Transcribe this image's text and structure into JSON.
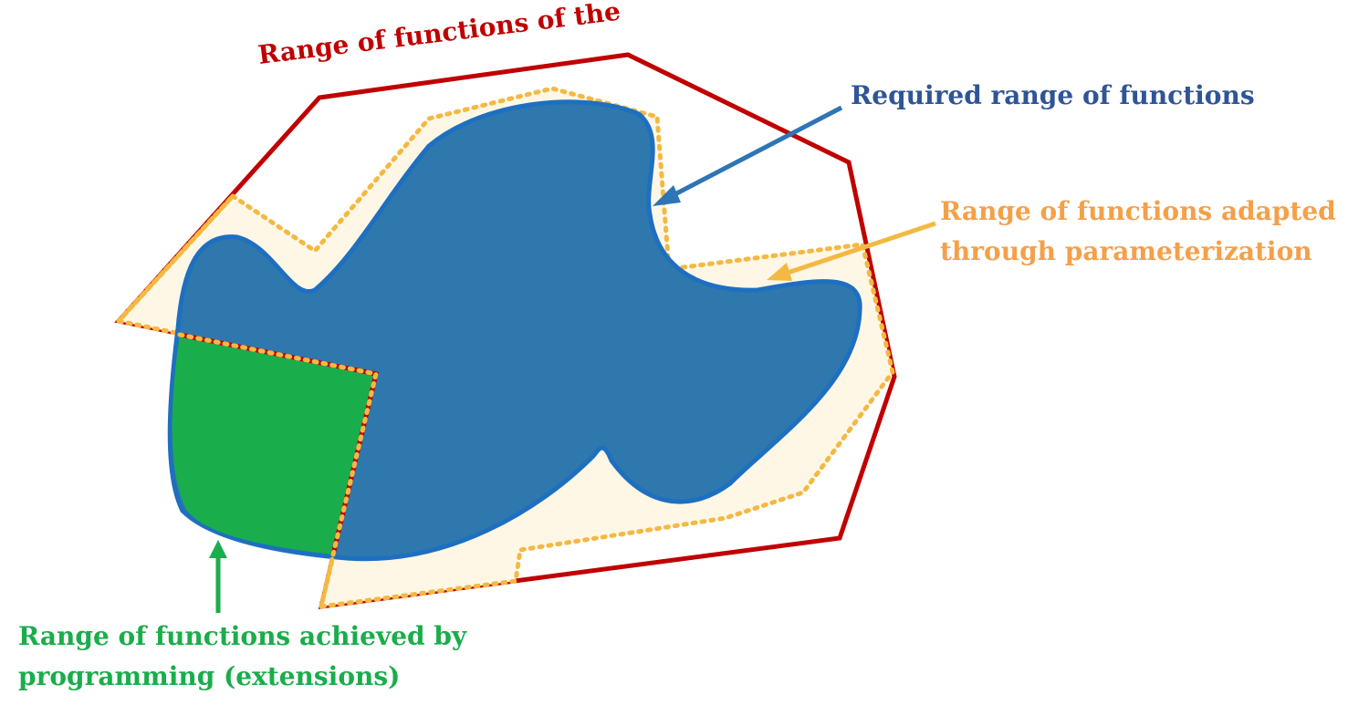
{
  "labels": {
    "total_range": "Range of functions of the",
    "required_range": "Required range of functions",
    "parameterization_range_line1": "Range of functions adapted",
    "parameterization_range_line2": "through parameterization",
    "programming_range_line1": "Range of functions achieved by",
    "programming_range_line2": "programming (extensions)"
  },
  "colors": {
    "total": "#c00000",
    "required": "#2e75b6",
    "required_text": "#2f5597",
    "parameterization": "#f4b942",
    "parameterization_text": "#f4a04a",
    "programming": "#1aad4b",
    "cream": "#fff7e6"
  }
}
